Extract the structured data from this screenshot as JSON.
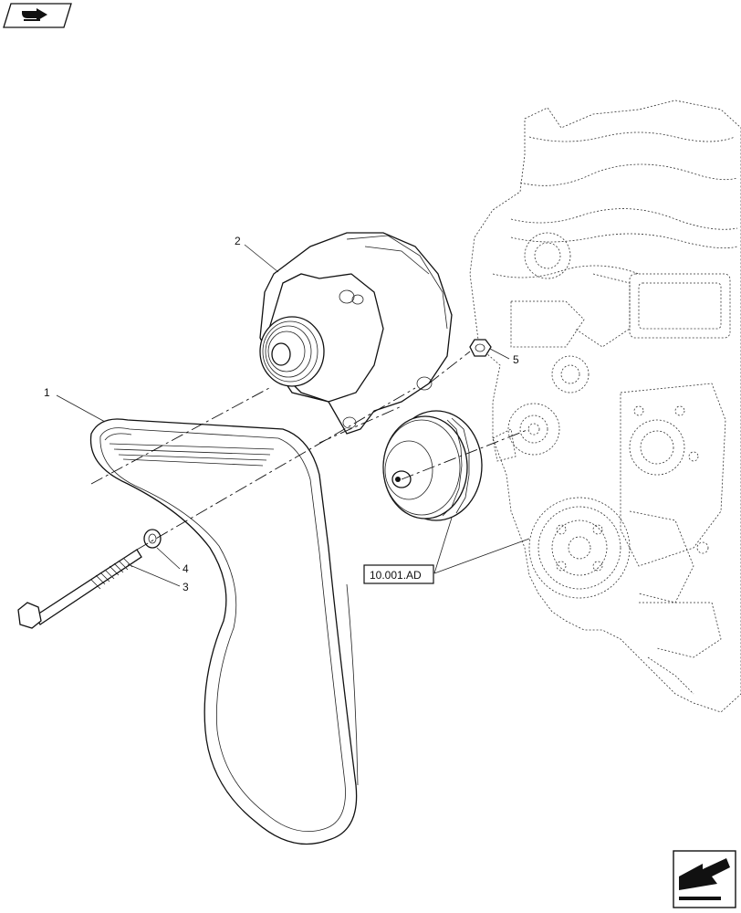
{
  "diagram": {
    "callouts": [
      {
        "id": "1",
        "label": "1"
      },
      {
        "id": "2",
        "label": "2"
      },
      {
        "id": "3",
        "label": "3"
      },
      {
        "id": "4",
        "label": "4"
      },
      {
        "id": "5",
        "label": "5"
      }
    ],
    "reference_box": {
      "label": "10.001.AD"
    }
  },
  "icons": {
    "top_left": "section-tab-arrow-icon",
    "bottom_right": "next-page-arrow-icon"
  }
}
